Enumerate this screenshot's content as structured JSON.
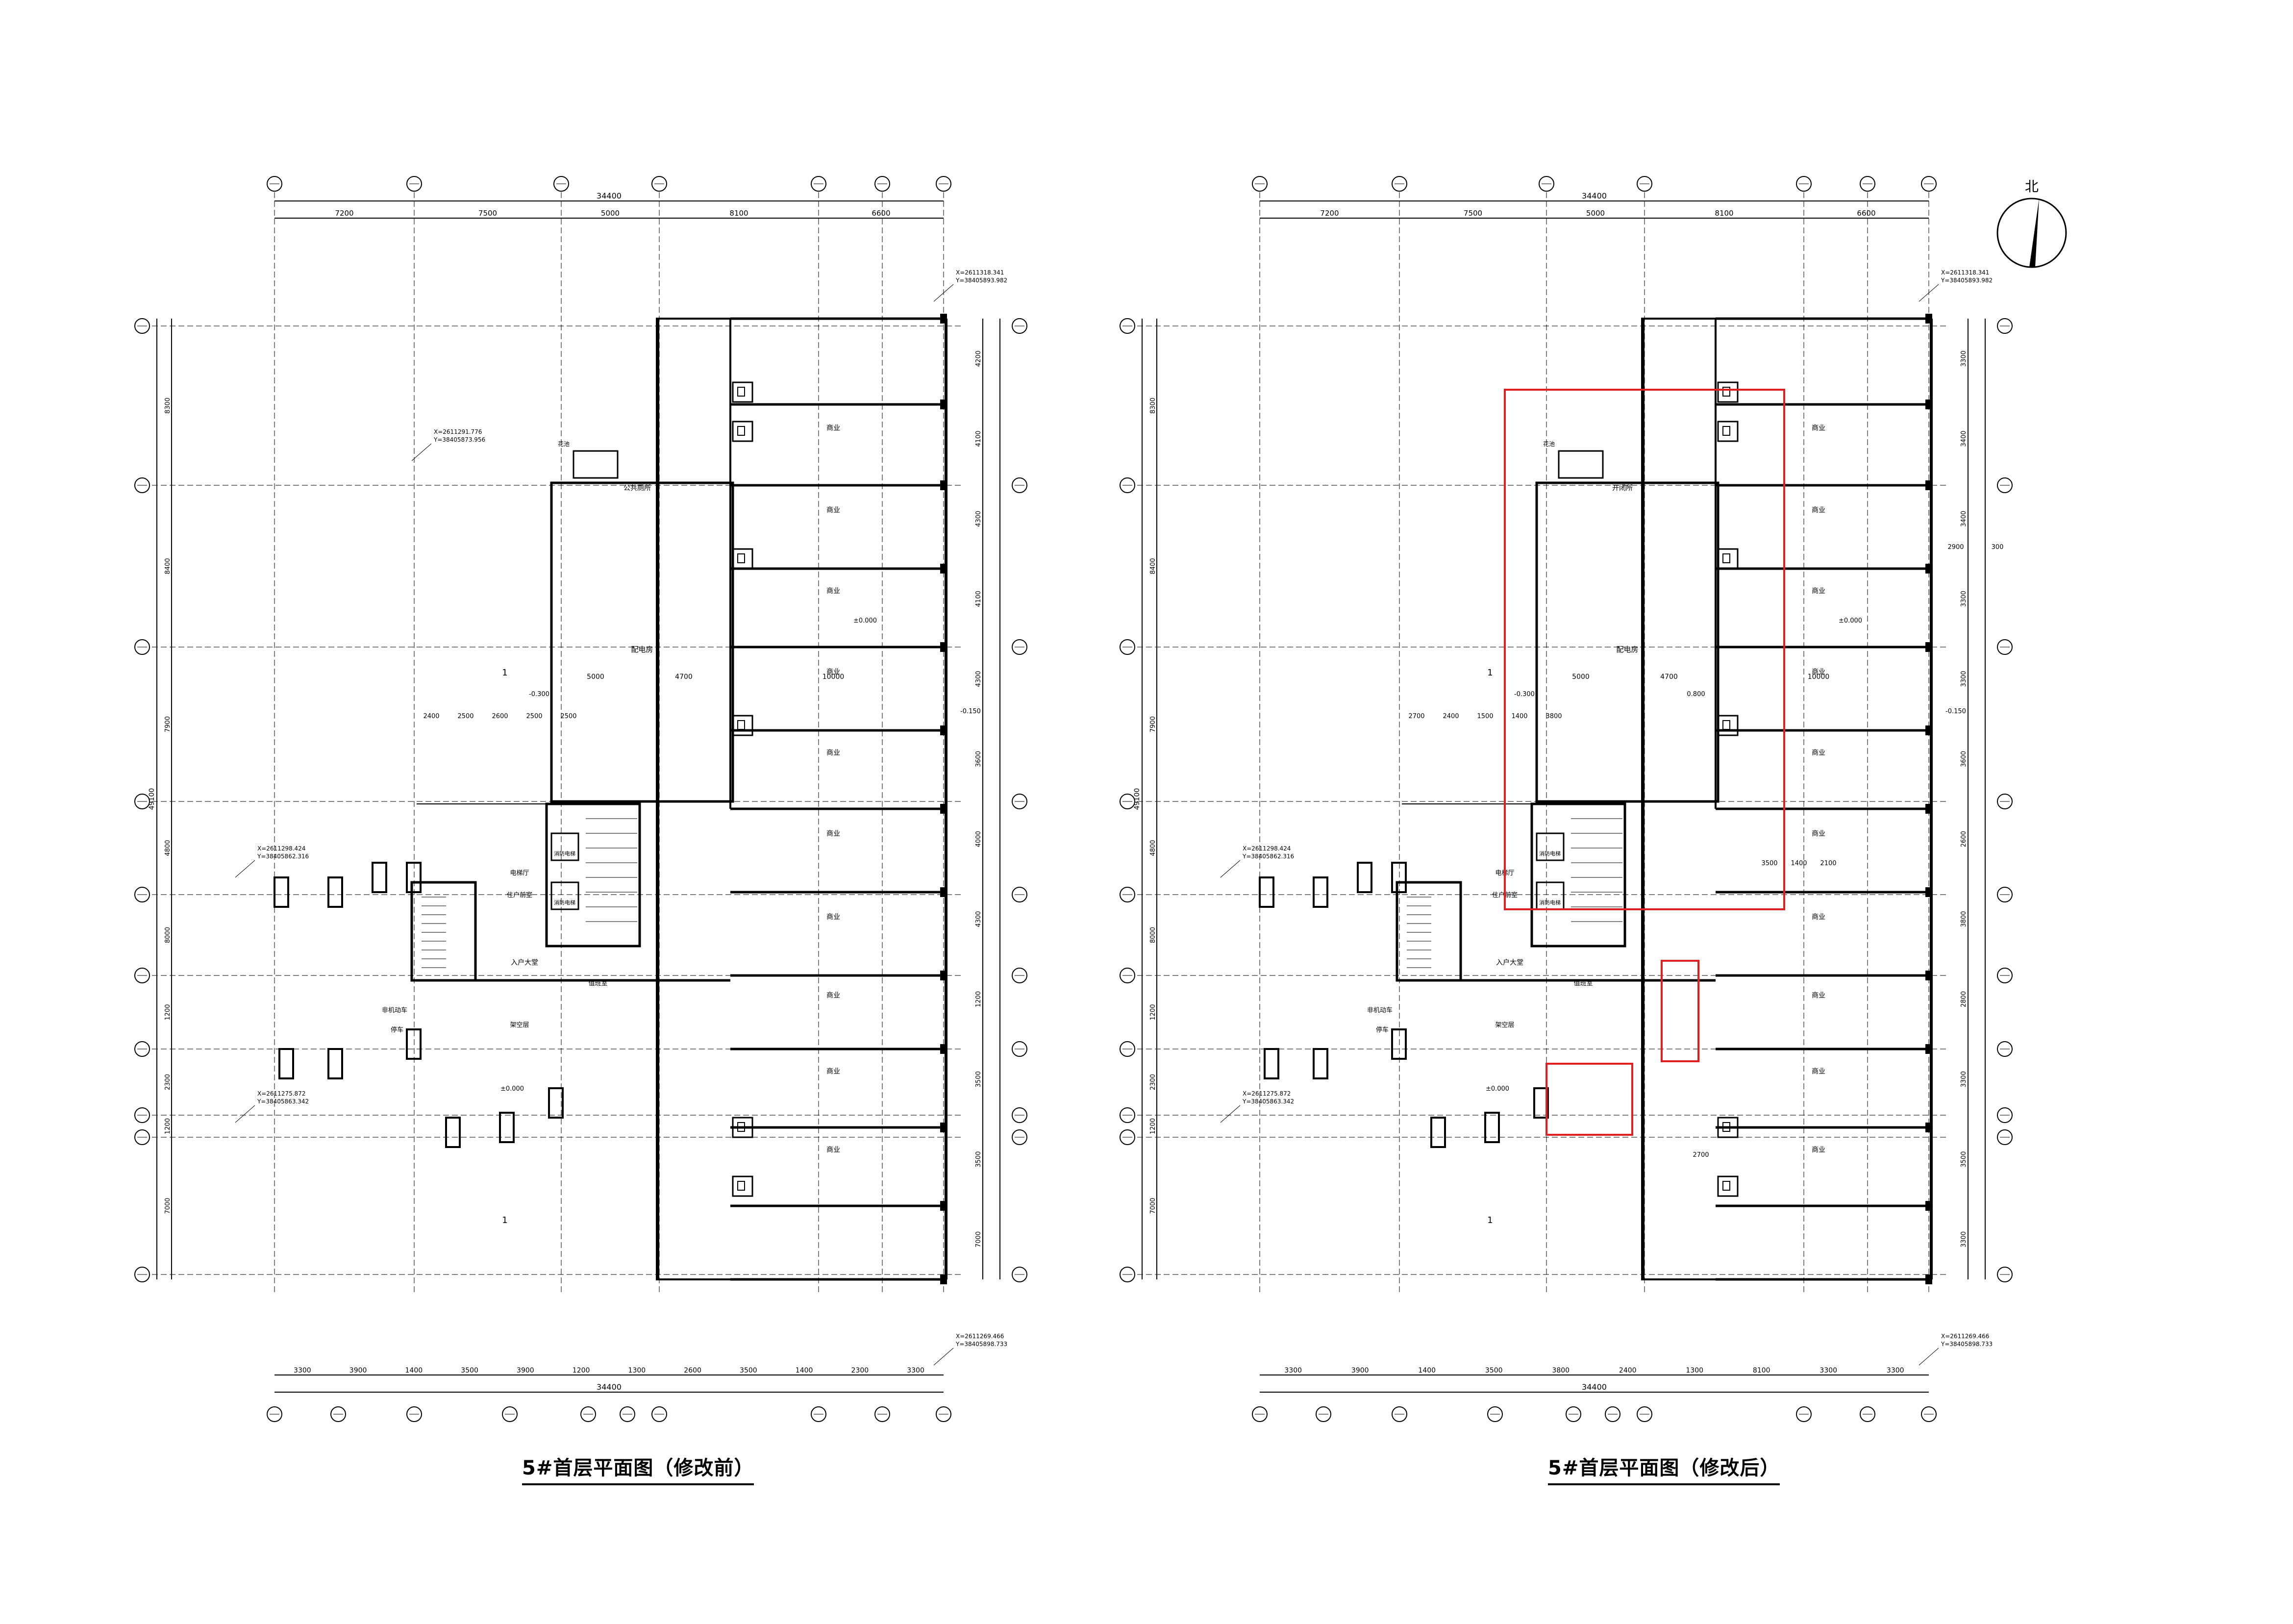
{
  "plans": [
    {
      "title": "5#首层平面图（修改前）",
      "total_width_top": "34400",
      "top_dims": [
        "7200",
        "7500",
        "5000",
        "8100",
        "6600"
      ],
      "total_width_bottom": "34400",
      "bottom_dims": [
        "3300",
        "3900",
        "1400",
        "3500",
        "3900",
        "1200",
        "1300",
        "2600",
        "3500",
        "1400",
        "2300",
        "3300"
      ],
      "left_dims": [
        "8300",
        "8400",
        "7900",
        "4800",
        "8000",
        "1200",
        "2300",
        "1200",
        "7000"
      ],
      "left_total": "49100",
      "right_dims": [
        "4200",
        "4100",
        "4300",
        "4100",
        "4300",
        "3600",
        "4000",
        "4300",
        "1200",
        "3500",
        "3500",
        "7000"
      ],
      "rooms": [
        {
          "label": "商业",
          "row": 0
        },
        {
          "label": "商业",
          "row": 1
        },
        {
          "label": "商业",
          "row": 2
        },
        {
          "label": "商业",
          "row": 3
        },
        {
          "label": "商业",
          "row": 4
        },
        {
          "label": "商业",
          "row": 5
        },
        {
          "label": "商业",
          "row": 6
        },
        {
          "label": "商业",
          "row": 7
        },
        {
          "label": "商业",
          "row": 8
        },
        {
          "label": "商业",
          "row": 9
        }
      ],
      "labels": {
        "public_toilet": "公共厕所",
        "distribution": "配电房",
        "elevator_hall": "电梯厅",
        "household_hall": "住户前室",
        "lobby": "入户大堂",
        "hall_dim": "5000",
        "hall_dim2": "4700",
        "hall_dim3": "10000",
        "parking": "非机动车",
        "parking2": "停车",
        "overhead": "架空层",
        "duty": "值班室",
        "fire_elev1": "消防电梯",
        "fire_elev2": "消防电梯",
        "level_neg": "-0.300",
        "level_zero": "±0.000",
        "level_neg2": "-0.150",
        "tag_balcony": "花池",
        "section": "1"
      },
      "mid_dims": [
        "2400",
        "2500",
        "2600",
        "2500",
        "2500"
      ],
      "coords": [
        {
          "x": "X=2611318.341",
          "y": "Y=38405893.982"
        },
        {
          "x": "X=2611291.776",
          "y": "Y=38405873.956"
        },
        {
          "x": "X=2611298.424",
          "y": "Y=38405862.316"
        },
        {
          "x": "X=2611275.872",
          "y": "Y=38405863.342"
        },
        {
          "x": "X=2611269.466",
          "y": "Y=38405898.733"
        }
      ]
    },
    {
      "title": "5#首层平面图（修改后）",
      "total_width_top": "34400",
      "top_dims": [
        "7200",
        "7500",
        "5000",
        "8100",
        "6600"
      ],
      "total_width_bottom": "34400",
      "bottom_dims": [
        "3300",
        "3900",
        "1400",
        "3500",
        "3800",
        "2400",
        "1300",
        "8100",
        "3300",
        "3300"
      ],
      "left_dims": [
        "8300",
        "8400",
        "7900",
        "4800",
        "8000",
        "1200",
        "2300",
        "1200",
        "7000"
      ],
      "left_total": "49100",
      "right_dims": [
        "3300",
        "3400",
        "3400",
        "3300",
        "3300",
        "3600",
        "2600",
        "3800",
        "2800",
        "3300",
        "3500",
        "3300"
      ],
      "rooms": [
        {
          "label": "商业",
          "row": 0
        },
        {
          "label": "商业",
          "row": 1
        },
        {
          "label": "商业",
          "row": 2
        },
        {
          "label": "商业",
          "row": 3
        },
        {
          "label": "商业",
          "row": 4
        },
        {
          "label": "商业",
          "row": 5
        },
        {
          "label": "商业",
          "row": 6
        },
        {
          "label": "商业",
          "row": 7
        },
        {
          "label": "商业",
          "row": 8
        },
        {
          "label": "商业",
          "row": 9
        }
      ],
      "labels": {
        "public_toilet": "开闭所",
        "distribution": "配电房",
        "elevator_hall": "电梯厅",
        "household_hall": "住户前室",
        "lobby": "入户大堂",
        "hall_dim": "5000",
        "hall_dim2": "4700",
        "hall_dim3": "10000",
        "parking": "非机动车",
        "parking2": "停车",
        "overhead": "架空层",
        "duty": "值班室",
        "fire_elev1": "消防电梯",
        "fire_elev2": "消防电梯",
        "level_neg": "-0.300",
        "level_zero": "±0.000",
        "level_neg2": "-0.150",
        "tag_balcony": "花池",
        "section": "1",
        "north": "北",
        "dim_2900": "2900",
        "dim_300": "300",
        "level_pos": "0.800",
        "dim_3500": "3500",
        "dim_1400": "1400",
        "dim_2100": "2100",
        "dim_2700": "2700"
      },
      "mid_dims": [
        "2700",
        "2400",
        "1500",
        "1400",
        "3800"
      ],
      "coords": [
        {
          "x": "X=2611318.341",
          "y": "Y=38405893.982"
        },
        {
          "x": "X=2611298.424",
          "y": "Y=38405862.316"
        },
        {
          "x": "X=2611275.872",
          "y": "Y=38405863.342"
        },
        {
          "x": "X=2611269.466",
          "y": "Y=38405898.733"
        }
      ]
    }
  ],
  "colors": {
    "line": "#000000",
    "highlight": "#e02020",
    "background": "#ffffff"
  }
}
